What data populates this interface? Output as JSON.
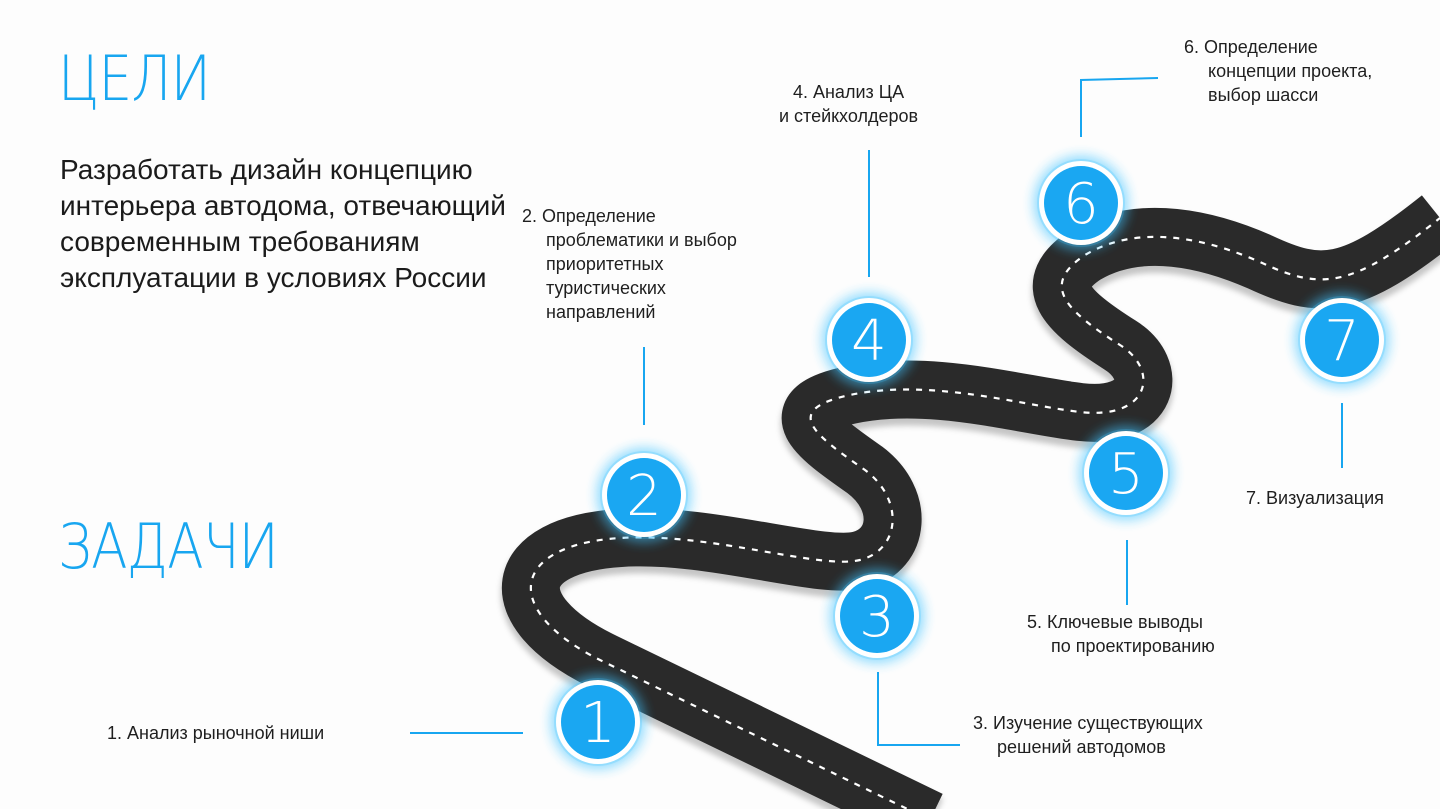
{
  "goals": {
    "title": "ЦЕЛИ",
    "text": "Разработать дизайн концепцию интерьера автодома, отвечающий современным требованиям эксплуатации в условиях России"
  },
  "tasks": {
    "title": "ЗАДАЧИ"
  },
  "colors": {
    "accent": "#18a6f0",
    "road": "#2a2a2a",
    "marker_fill": "#1aa7f2",
    "marker_glow": "#3fc3ff"
  },
  "steps": [
    {
      "number": "1",
      "lines": [
        "1. Анализ рыночной ниши"
      ]
    },
    {
      "number": "2",
      "lines": [
        "2. Определение",
        "проблематики и выбор",
        "приоритетных",
        "туристических",
        "направлений"
      ]
    },
    {
      "number": "3",
      "lines": [
        "3. Изучение существующих",
        "решений автодомов"
      ]
    },
    {
      "number": "4",
      "lines": [
        "4. Анализ ЦА",
        "и стейкхолдеров"
      ]
    },
    {
      "number": "5",
      "lines": [
        "5. Ключевые выводы",
        "по проектированию"
      ]
    },
    {
      "number": "6",
      "lines": [
        "6. Определение",
        "концепции проекта,",
        "выбор шасси"
      ]
    },
    {
      "number": "7",
      "lines": [
        "7. Визуализация"
      ]
    }
  ]
}
